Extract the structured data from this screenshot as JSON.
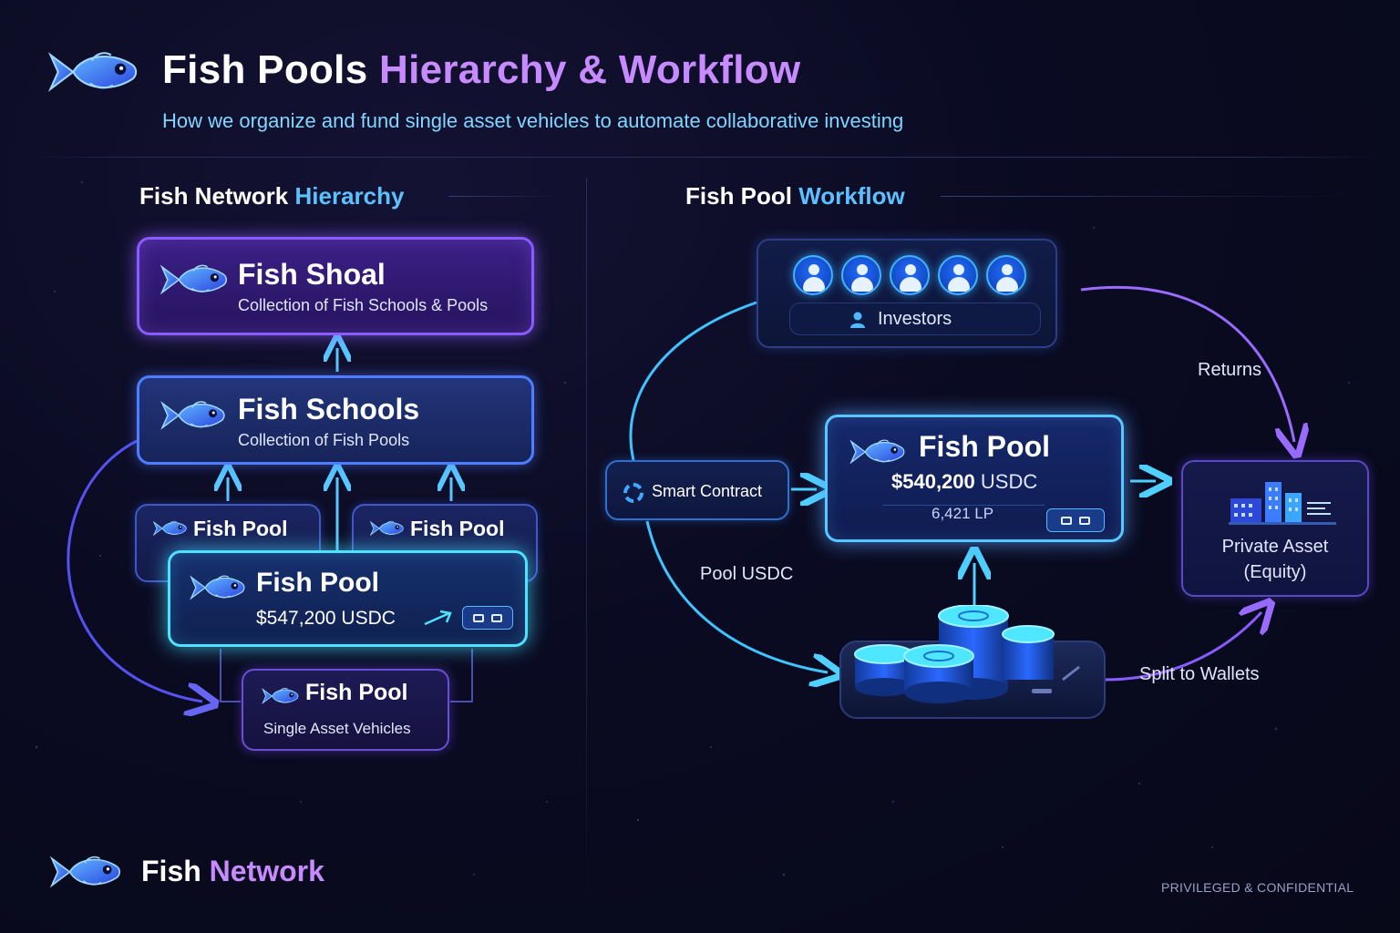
{
  "header": {
    "title_main": "Fish Pools",
    "title_accent": "Hierarchy & Workflow",
    "subtitle": "How we organize and fund single asset vehicles to automate collaborative investing"
  },
  "hierarchy": {
    "section_title_main": "Fish Network",
    "section_title_accent": "Hierarchy",
    "shoal": {
      "title": "Fish Shoal",
      "subtitle": "Collection of Fish Schools & Pools"
    },
    "schools": {
      "title": "Fish Schools",
      "subtitle": "Collection of Fish Pools"
    },
    "pool_left": {
      "title": "Fish Pool"
    },
    "pool_right": {
      "title": "Fish Pool"
    },
    "pool_main": {
      "title": "Fish Pool",
      "amount": "$547,200 USDC"
    },
    "pool_bottom": {
      "title": "Fish Pool",
      "subtitle": "Single Asset Vehicles"
    }
  },
  "workflow": {
    "section_title_main": "Fish Pool",
    "section_title_accent": "Workflow",
    "investors_label": "Investors",
    "smart_contract_label": "Smart Contract",
    "pool": {
      "title": "Fish Pool",
      "amount": "$540,200",
      "currency": "USDC",
      "lp": "6,421 LP"
    },
    "private_asset_line1": "Private Asset",
    "private_asset_line2": "(Equity)",
    "returns_label": "Returns",
    "pool_usdc_label": "Pool USDC",
    "split_label": "Split to Wallets"
  },
  "footer": {
    "brand_main": "Fish",
    "brand_accent": "Network",
    "confidential": "PRIVILEGED & CONFIDENTIAL"
  },
  "colors": {
    "accent_purple": "#c78bff",
    "accent_cyan": "#5cc2ff",
    "background": "#0a0b22"
  }
}
